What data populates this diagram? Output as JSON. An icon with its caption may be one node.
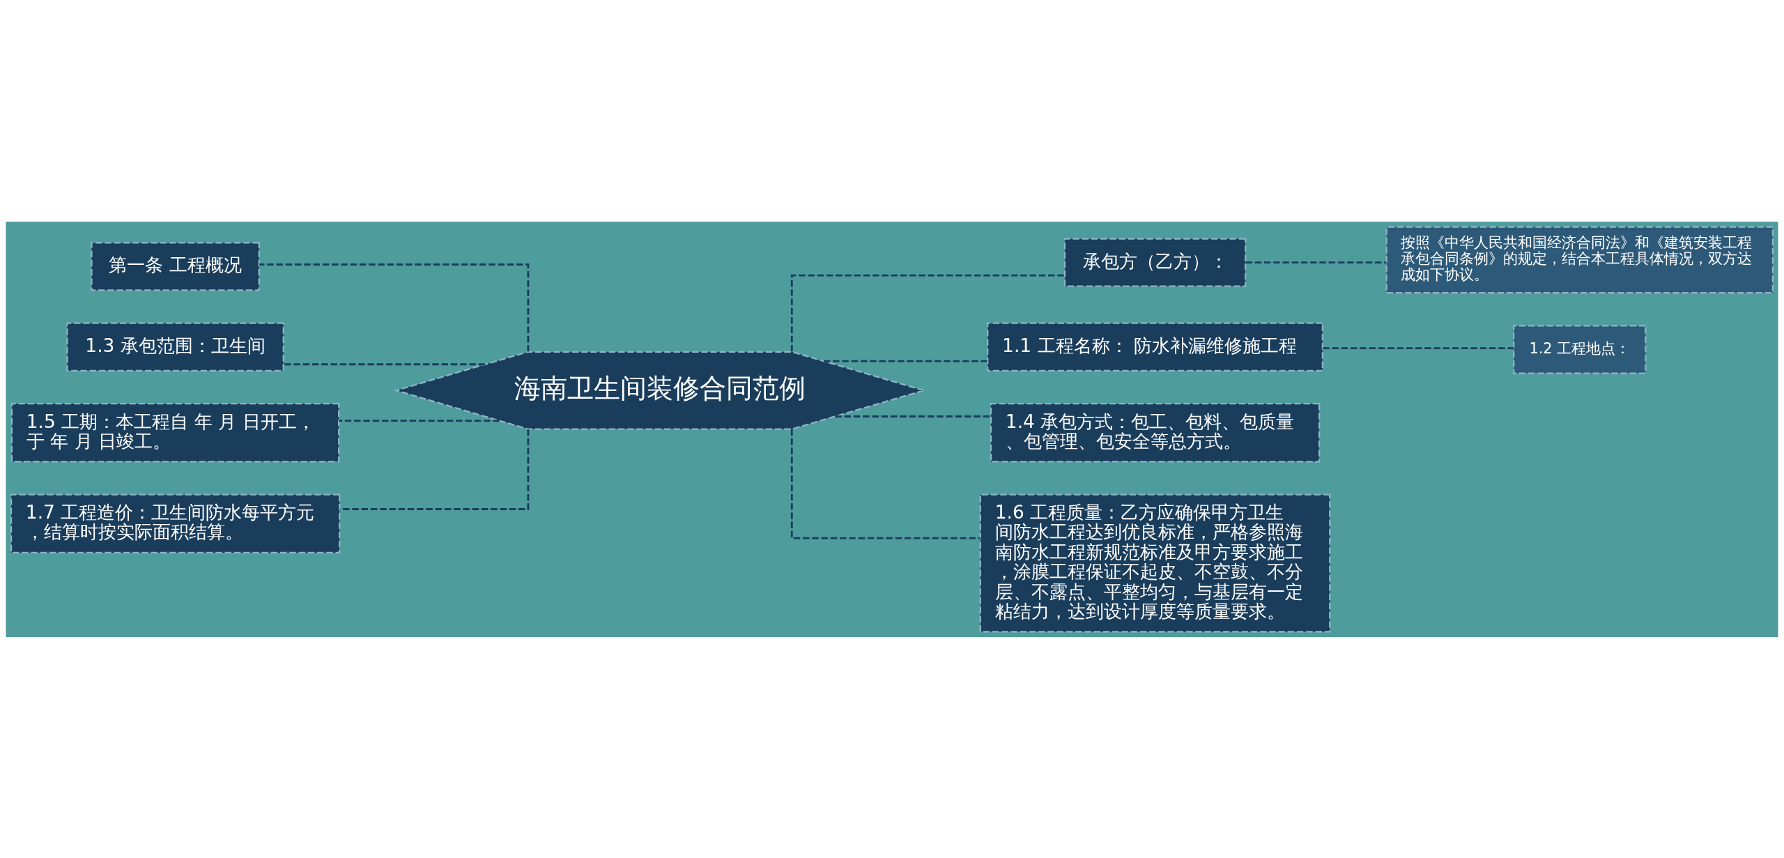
{
  "diagram": {
    "nodes": [
      {
        "text": [
          "海南卫生间装修合同范例"
        ]
      },
      {
        "text": [
          "第一条 工程概况"
        ]
      },
      {
        "text": [
          "1.3 承包范围：卫生间"
        ]
      },
      {
        "text": [
          "1.5 工期：本工程自 年 月 日开工，于 年 月 日竣工。"
        ]
      },
      {
        "text": [
          "1.7 工程造价：卫生间防水每平方元，结算时按实际面积结算。"
        ]
      },
      {
        "text": [
          "承包方（乙方）："
        ]
      },
      {
        "text": [
          "按照《中华人民共和国经济合同法》和《建筑安装工程承包合同条例》的规定，结合本工程具体情况，双方达成如下协议。"
        ]
      },
      {
        "text": [
          "1.1 工程名称： 防水补漏维修施工程"
        ]
      },
      {
        "text": [
          "1.2 工程地点："
        ]
      },
      {
        "text": [
          "1.4 承包方式：包工、包料、包质量、包管理、包安全等总方式。"
        ]
      },
      {
        "text": [
          "1.6 工程质量：乙方应确保甲方卫生间防水工程达到优良标准，严格参照海南防水工程新规范标准及甲方要求施工，涂膜工程保证不起皮、不空鼓、不分层、不露点、平整均匀，与基层有一定粘结力，达到设计厚度等质量要求。"
        ]
      }
    ],
    "edges": [
      {
        "from": 0,
        "to": 1,
        "arrow": "none",
        "style": "dashed"
      },
      {
        "from": 0,
        "to": 2,
        "arrow": "none",
        "style": "dashed"
      },
      {
        "from": 0,
        "to": 3,
        "arrow": "none",
        "style": "dashed"
      },
      {
        "from": 0,
        "to": 4,
        "arrow": "none",
        "style": "dashed"
      },
      {
        "from": 0,
        "to": 5,
        "arrow": "none",
        "style": "dashed"
      },
      {
        "from": 0,
        "to": 7,
        "arrow": "none",
        "style": "dashed"
      },
      {
        "from": 0,
        "to": 9,
        "arrow": "none",
        "style": "dashed"
      },
      {
        "from": 0,
        "to": 10,
        "arrow": "none",
        "style": "dashed"
      },
      {
        "from": 5,
        "to": 6,
        "arrow": "none",
        "style": "dashed"
      },
      {
        "from": 7,
        "to": 8,
        "arrow": "none",
        "style": "dashed"
      }
    ]
  }
}
